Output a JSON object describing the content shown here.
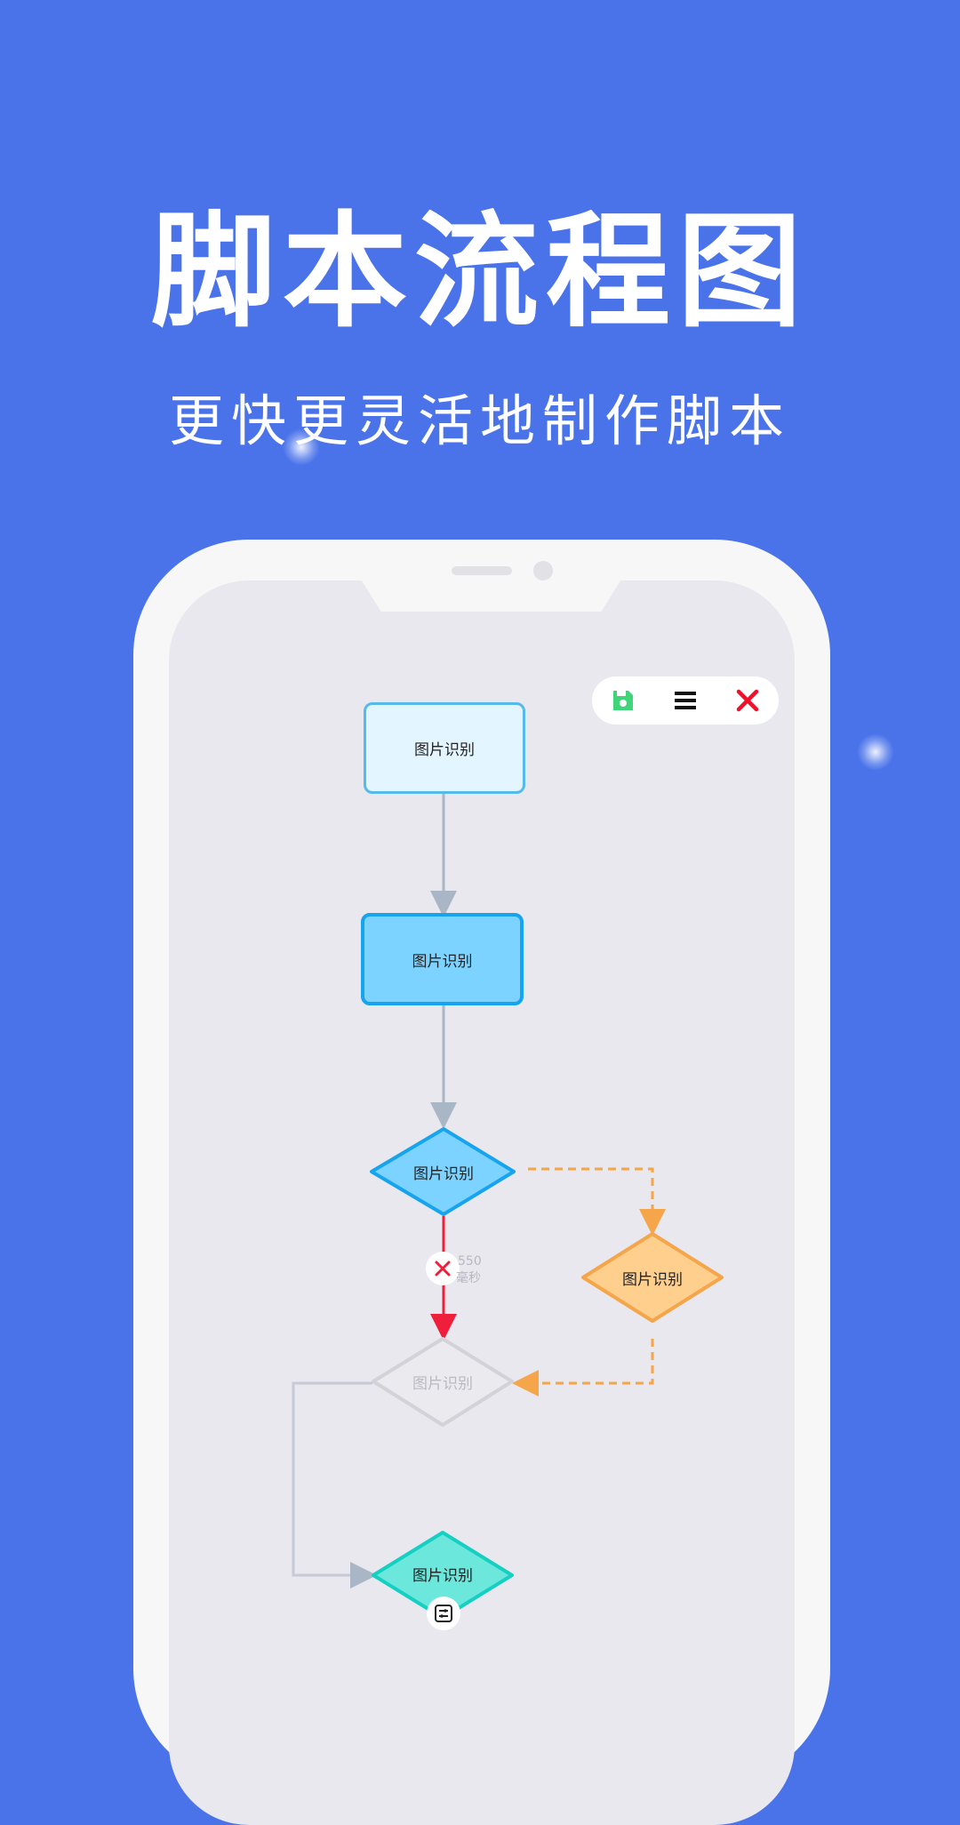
{
  "header": {
    "title": "脚本流程图",
    "subtitle": "更快更灵活地制作脚本"
  },
  "toolbar": {
    "save_icon": "save-icon",
    "menu_icon": "menu-icon",
    "close_icon": "close-icon",
    "colors": {
      "save": "#3fd67a",
      "menu": "#111111",
      "close": "#f0102b"
    }
  },
  "flowchart": {
    "nodes": [
      {
        "id": "node-1",
        "label": "图片识别",
        "shape": "rectangle",
        "state": "idle",
        "fill": "#e3f5ff",
        "stroke": "#56b9ec"
      },
      {
        "id": "node-2",
        "label": "图片识别",
        "shape": "rectangle",
        "state": "active",
        "fill": "#7dd3ff",
        "stroke": "#17a4ee"
      },
      {
        "id": "node-3",
        "label": "图片识别",
        "shape": "diamond",
        "state": "active",
        "fill": "#7dd3ff",
        "stroke": "#17a4ee"
      },
      {
        "id": "node-4",
        "label": "图片识别",
        "shape": "diamond",
        "state": "branch",
        "fill": "#ffcf8e",
        "stroke": "#f5a54a"
      },
      {
        "id": "node-5",
        "label": "图片识别",
        "shape": "diamond",
        "state": "disabled",
        "fill": "#ebebef",
        "stroke": "#d2d2d8"
      },
      {
        "id": "node-6",
        "label": "图片识别",
        "shape": "diamond",
        "state": "end",
        "fill": "#6be7dc",
        "stroke": "#16cfc3"
      }
    ],
    "delay": {
      "value": "550",
      "unit": "毫秒"
    },
    "edge_colors": {
      "normal": "#a9b6c6",
      "fail": "#ef1f3c",
      "branch": "#f5a54a"
    }
  }
}
